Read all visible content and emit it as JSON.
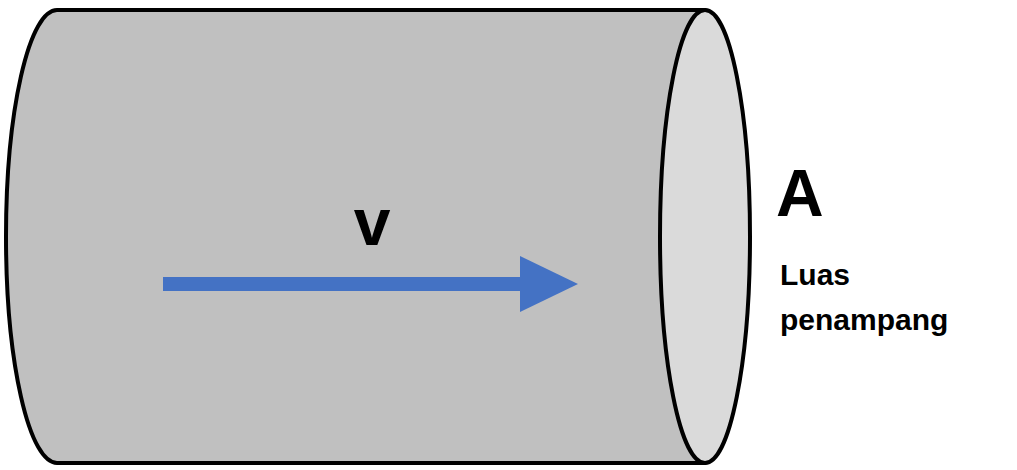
{
  "diagram": {
    "nodes": [
      {
        "text": [
          "v"
        ]
      }
    ],
    "labels": [
      "A",
      "Luas penampang"
    ]
  }
}
